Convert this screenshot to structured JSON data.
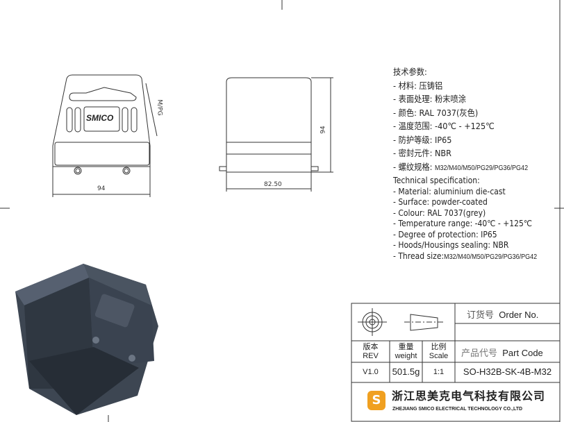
{
  "drawing": {
    "front_view": {
      "logo": "SMICO",
      "dimension_width": "94",
      "thread_label": "M/PG"
    },
    "side_view": {
      "dimension_width": "82.50",
      "dimension_height": "94"
    }
  },
  "spec_cn": {
    "title": "技术参数:",
    "items": [
      {
        "label": "- 材料: ",
        "value": "压铸铝"
      },
      {
        "label": "- 表面处理: ",
        "value": "粉末喷涂"
      },
      {
        "label": "- 颜色: ",
        "value": "RAL 7037(灰色)"
      },
      {
        "label": "- 温度范围: ",
        "value": "-40℃ - +125℃"
      },
      {
        "label": "- 防护等级: ",
        "value": "IP65"
      },
      {
        "label": "- 密封元件: ",
        "value": "NBR"
      },
      {
        "label": "- 螺纹规格: ",
        "value": "M32/M40/M50/PG29/PG36/PG42"
      }
    ]
  },
  "spec_en": {
    "title": "Technical specification:",
    "items": [
      {
        "label": "- Material: ",
        "value": "aluminium die-cast"
      },
      {
        "label": "- Surface: ",
        "value": "powder-coated"
      },
      {
        "label": "- Colour: ",
        "value": "RAL 7037(grey)"
      },
      {
        "label": "- Temperature range: ",
        "value": "-40℃ - +125℃"
      },
      {
        "label": "- Degree of protection: ",
        "value": "IP65"
      },
      {
        "label": "- Hoods/Housings sealing: ",
        "value": "NBR"
      },
      {
        "label": "- Thread size:",
        "value": "M32/M40/M50/PG29/PG36/PG42"
      }
    ]
  },
  "title_block": {
    "order_no_cn": "订货号",
    "order_no_en": "Order No.",
    "rev_cn": "版本",
    "rev_en": "REV",
    "rev_value": "V1.0",
    "weight_cn": "重量",
    "weight_en": "weight",
    "weight_value": "501.5g",
    "scale_cn": "比例",
    "scale_en": "Scale",
    "scale_value": "1:1",
    "part_code_cn": "产品代号",
    "part_code_en": "Part Code",
    "part_code_value": "SO-H32B-SK-4B-M32",
    "company_cn": "浙江思美克电气科技有限公司",
    "company_en": "ZHEJIANG SMICO ELECTRICAL TECHNOLOGY CO.,LTD",
    "logo_color": "#f0a020"
  }
}
